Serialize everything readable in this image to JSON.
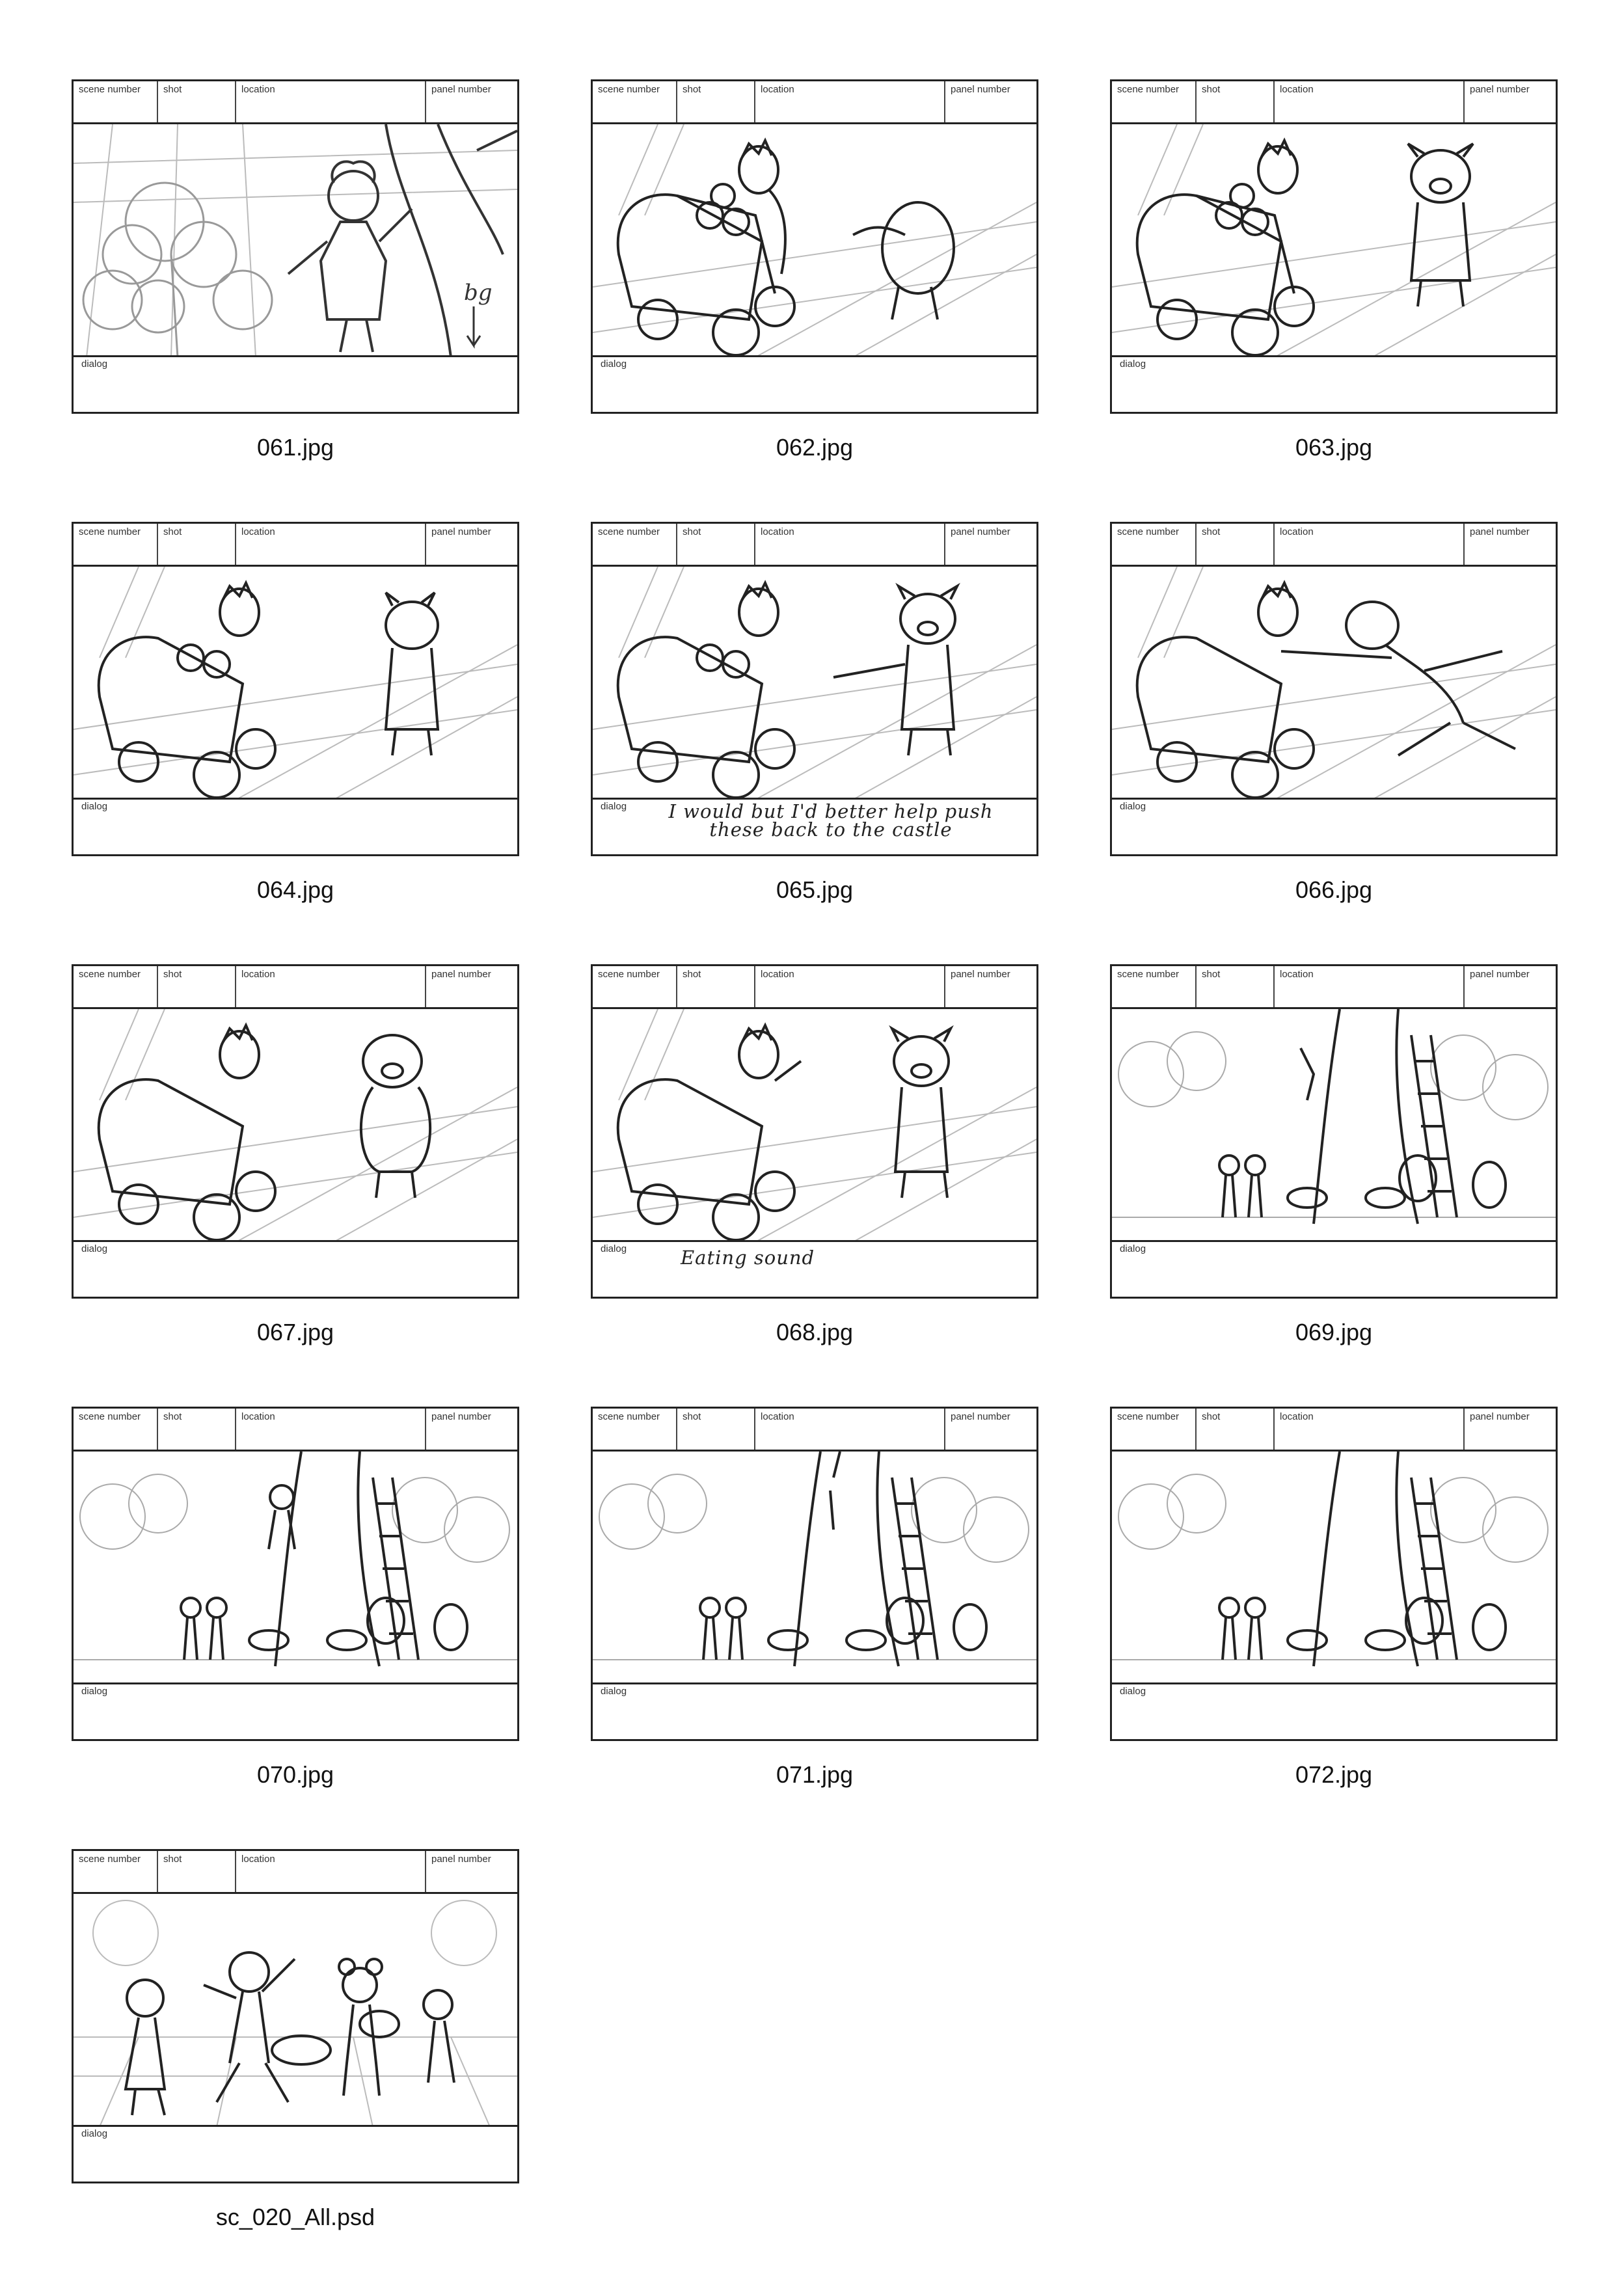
{
  "header_labels": {
    "scene": "scene number",
    "shot": "shot",
    "location": "location",
    "panel": "panel number"
  },
  "dialog_label": "dialog",
  "panels": [
    {
      "caption": "061.jpg",
      "dialog": ""
    },
    {
      "caption": "062.jpg",
      "dialog": ""
    },
    {
      "caption": "063.jpg",
      "dialog": ""
    },
    {
      "caption": "064.jpg",
      "dialog": ""
    },
    {
      "caption": "065.jpg",
      "dialog": "I would but I'd better help push these back to the castle"
    },
    {
      "caption": "066.jpg",
      "dialog": ""
    },
    {
      "caption": "067.jpg",
      "dialog": ""
    },
    {
      "caption": "068.jpg",
      "dialog": "Eating sound"
    },
    {
      "caption": "069.jpg",
      "dialog": ""
    },
    {
      "caption": "070.jpg",
      "dialog": ""
    },
    {
      "caption": "071.jpg",
      "dialog": ""
    },
    {
      "caption": "072.jpg",
      "dialog": ""
    },
    {
      "caption": "sc_020_All.psd",
      "dialog": ""
    }
  ]
}
